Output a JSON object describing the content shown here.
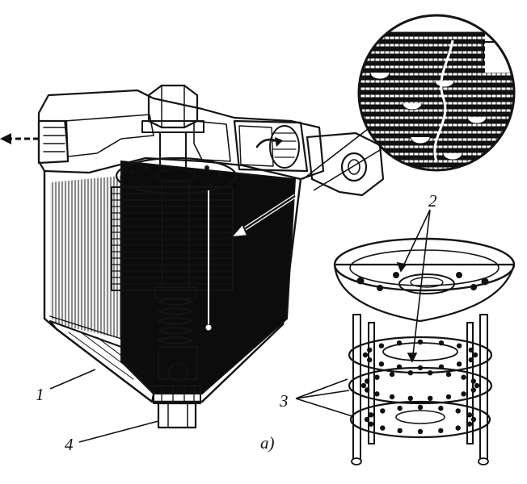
{
  "figure": {
    "labels": [
      {
        "id": "1",
        "text": "1"
      },
      {
        "id": "2",
        "text": "2"
      },
      {
        "id": "3",
        "text": "3"
      },
      {
        "id": "4",
        "text": "4"
      }
    ],
    "caption": "a)"
  },
  "colors": {
    "ink": "#141414",
    "paper": "#ffffff",
    "section_fill": "#0c0c0c",
    "metal_light": "#eeeeee",
    "metal_mid": "#bdbdbd"
  }
}
